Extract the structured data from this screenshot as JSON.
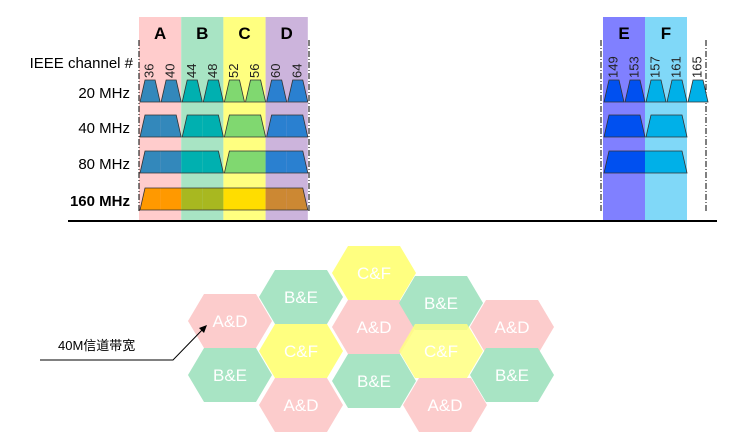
{
  "header_label": "IEEE channel #",
  "rows": [
    {
      "label": "20 MHz",
      "bold": false,
      "spans": [
        [
          36
        ],
        [
          40
        ],
        [
          44
        ],
        [
          48
        ],
        [
          52
        ],
        [
          56
        ],
        [
          60
        ],
        [
          64
        ],
        [
          149
        ],
        [
          153
        ],
        [
          157
        ],
        [
          161
        ],
        [
          165
        ]
      ]
    },
    {
      "label": "40 MHz",
      "bold": false,
      "spans": [
        [
          36,
          40
        ],
        [
          44,
          48
        ],
        [
          52,
          56
        ],
        [
          60,
          64
        ],
        [
          149,
          153
        ],
        [
          157,
          161
        ]
      ]
    },
    {
      "label": "80 MHz",
      "bold": false,
      "spans": [
        [
          36,
          40,
          44,
          48
        ],
        [
          52,
          56,
          60,
          64
        ],
        [
          149,
          153,
          157,
          161
        ]
      ]
    },
    {
      "label": "160 MHz",
      "bold": true,
      "spans": [
        [
          36,
          40,
          44,
          48,
          52,
          56,
          60,
          64
        ]
      ]
    }
  ],
  "channel_blocks": [
    {
      "channels": [
        "36",
        "40",
        "44",
        "48",
        "52",
        "56",
        "60",
        "64"
      ]
    },
    {
      "channels": [
        "149",
        "153",
        "157",
        "161",
        "165"
      ]
    }
  ],
  "groups": [
    {
      "name": "A",
      "channels": [
        36,
        40
      ],
      "bg": "#ffcccc",
      "bar": "#3388bb",
      "bar160": "#ff9900"
    },
    {
      "name": "B",
      "channels": [
        44,
        48
      ],
      "bg": "#a8e4c4",
      "bar": "#00b0b0",
      "bar160": "#a8b820"
    },
    {
      "name": "C",
      "channels": [
        52,
        56
      ],
      "bg": "#ffff80",
      "bar": "#80d870",
      "bar160": "#ffdd00"
    },
    {
      "name": "D",
      "channels": [
        60,
        64
      ],
      "bg": "#ccb4dc",
      "bar": "#2a80d0",
      "bar160": "#cc8833"
    },
    {
      "name": "E",
      "channels": [
        149,
        153
      ],
      "bg": "#8080ff",
      "bar": "#0050f0",
      "bar160": "#0050f0"
    },
    {
      "name": "F",
      "channels": [
        157,
        161
      ],
      "bg": "#80d8f8",
      "bar": "#00b0e8",
      "bar160": "#00b0e8"
    }
  ],
  "ungrouped_bar_color": "#00b0e8",
  "hex_colors": {
    "A&D": "#fccccc",
    "B&E": "#a8e4c4",
    "C&F": "#ffff80"
  },
  "hexagons": [
    "C&F",
    "B&E",
    "A&D",
    "A&D",
    "B&E",
    "C&F",
    "B&E",
    "B&E",
    "A&D",
    "B&E",
    "A&D",
    "A&D",
    "C&F"
  ],
  "annotation": "40M信道带宽"
}
